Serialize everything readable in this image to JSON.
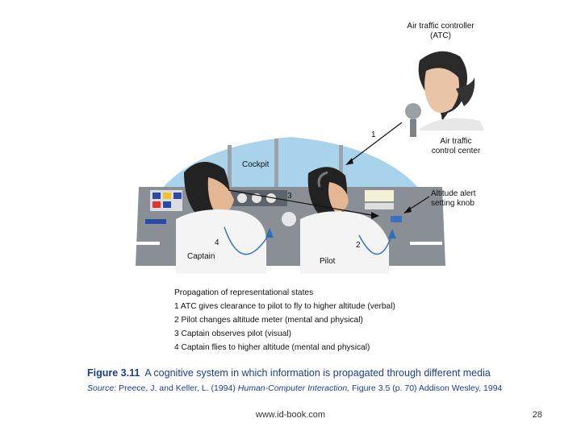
{
  "diagram": {
    "labels": {
      "atc_title_line1": "Air traffic controller",
      "atc_title_line2": "(ATC)",
      "atc_center_line1": "Air traffic",
      "atc_center_line2": "control center",
      "cockpit": "Cockpit",
      "altitude_alert_line1": "Altitude alert",
      "altitude_alert_line2": "setting knob",
      "captain": "Captain",
      "pilot": "Pilot"
    },
    "step_numbers": [
      "1",
      "2",
      "3",
      "4"
    ]
  },
  "legend": {
    "title": "Propagation of representational states",
    "items": [
      "1  ATC gives clearance to pilot to fly to higher altitude (verbal)",
      "2  Pilot changes altitude meter (mental and physical)",
      "3  Captain observes pilot (visual)",
      "4  Captain flies to higher altitude (mental and physical)"
    ]
  },
  "caption": {
    "figure_number": "Figure 3.11",
    "text": "A cognitive system in which information is propagated through different media",
    "source_label": "Source:",
    "source_authors": " Preece, J. and Keller, L. (1994) ",
    "source_title": "Human-Computer Interaction,",
    "source_rest": " Figure 3.5 (p. 70) Addison Wesley, 1994"
  },
  "footer": {
    "url": "www.id-book.com",
    "page": "28"
  },
  "colors": {
    "sky": "#a9d3ea",
    "cockpit_frame": "#8a8f96",
    "arrow_blue": "#2f6fb6",
    "caption_blue": "#1a3f8a"
  }
}
